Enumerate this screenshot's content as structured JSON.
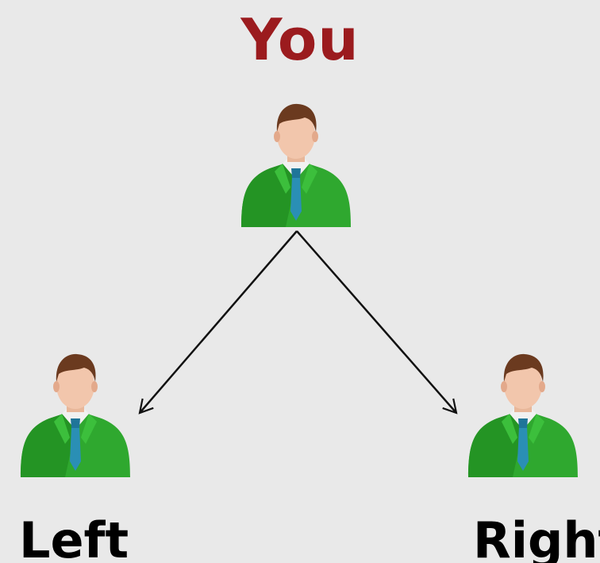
{
  "labels": {
    "top": "You",
    "left": "Left",
    "right": "Right"
  },
  "icons": {
    "person": "businessman-avatar-icon"
  },
  "colors": {
    "background": "#e9e9e9",
    "top_label": "#9b1b1e",
    "side_labels": "#000000",
    "suit": "#2fa82f",
    "tie": "#2a8fb5",
    "arrow": "#111111"
  }
}
